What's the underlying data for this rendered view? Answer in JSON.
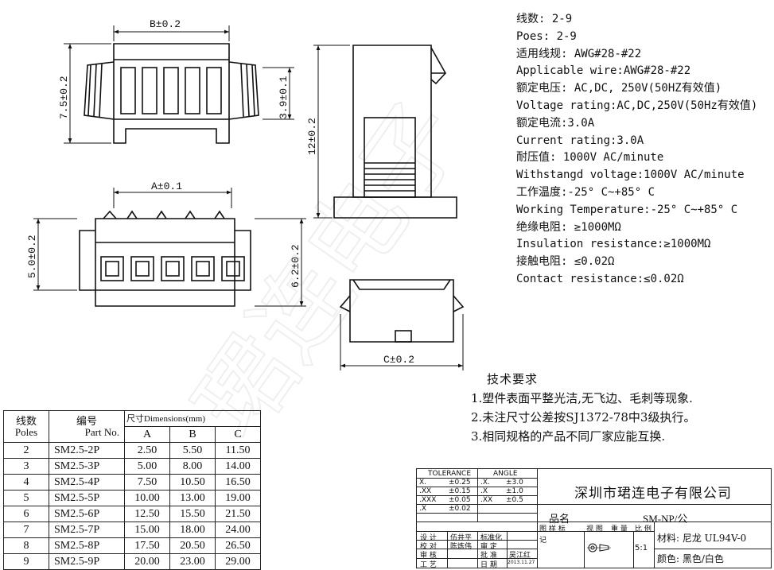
{
  "dimensions": {
    "b": "B±0.2",
    "h75": "7.5±0.2",
    "h39": "3.9±0.1",
    "h12": "12±0.2",
    "a": "A±0.1",
    "h50": "5.0±0.2",
    "h62": "6.2±0.2",
    "c": "C±0.2"
  },
  "specs": [
    "线数: 2-9",
    "Poes: 2-9",
    "适用线规: AWG#28-#22",
    "Applicable wire:AWG#28-#22",
    "额定电压: AC,DC, 250V(50HZ有效值)",
    "Voltage rating:AC,DC,250V(50Hz有效值)",
    "额定电流:3.0A",
    "Current rating:3.0A",
    "耐压值: 1000V AC/minute",
    "Withstangd voltage:1000V AC/minute",
    "工作温度:-25° C~+85° C",
    "Working Temperature:-25° C~+85° C",
    "绝缘电阻: ≥1000MΩ",
    "Insulation resistance:≥1000MΩ",
    "接触电阻: ≤0.02Ω",
    "Contact resistance:≤0.02Ω"
  ],
  "requirements": {
    "title": "技术要求",
    "items": [
      "1.塑件表面平整光洁,无飞边、毛刺等现象.",
      "2.未注尺寸公差按SJ1372-78中3级执行。",
      "3.相同规格的产品不同厂家应能互换."
    ]
  },
  "table": {
    "h_poles_cn": "线数",
    "h_poles_en": "Poles",
    "h_part_cn": "编号",
    "h_part_en": "Part No.",
    "h_dims": "尺寸Dimensions(mm)",
    "h_a": "A",
    "h_b": "B",
    "h_c": "C",
    "rows": [
      [
        "2",
        "SM2.5-2P",
        "2.50",
        "5.50",
        "11.50"
      ],
      [
        "3",
        "SM2.5-3P",
        "5.00",
        "8.00",
        "14.00"
      ],
      [
        "4",
        "SM2.5-4P",
        "7.50",
        "10.50",
        "16.50"
      ],
      [
        "5",
        "SM2.5-5P",
        "10.00",
        "13.00",
        "19.00"
      ],
      [
        "6",
        "SM2.5-6P",
        "12.50",
        "15.50",
        "21.50"
      ],
      [
        "7",
        "SM2.5-7P",
        "15.00",
        "18.00",
        "24.00"
      ],
      [
        "8",
        "SM2.5-8P",
        "17.50",
        "20.50",
        "26.50"
      ],
      [
        "9",
        "SM2.5-9P",
        "20.00",
        "23.00",
        "29.00"
      ]
    ]
  },
  "titleblock": {
    "tolerance": "TOLERANCE",
    "angle": "ANGLE",
    "tol_rows": [
      [
        "X.",
        "±0.25",
        ".X.",
        "±3.0"
      ],
      [
        ".XX",
        "±0.15",
        ".X",
        "±1.0"
      ],
      [
        ".XXX",
        "±0.05",
        ".XX",
        "±0.5"
      ],
      [
        ".X",
        "±0.02",
        "",
        ""
      ]
    ],
    "company": "深圳市珺连电子有限公司",
    "product_label": "品名",
    "drawing_no": "SM-NP/公",
    "material": "材料: 尼龙 UL94V-0",
    "color": "颜色: 黑色/白色",
    "scale": "5:1",
    "roles": [
      "设 计",
      "校 对",
      "审 核",
      "工 艺"
    ],
    "names": [
      "伍井平",
      "陈炼伟",
      "",
      ""
    ],
    "roles2": [
      "标准化",
      "审 定",
      "批 准",
      "日 期"
    ],
    "names2": [
      "",
      "",
      "吴江红",
      "2013.11.27"
    ],
    "small_labels": [
      "图 样 标",
      "视 图",
      "重 量",
      "比 例"
    ],
    "stage": "记"
  }
}
